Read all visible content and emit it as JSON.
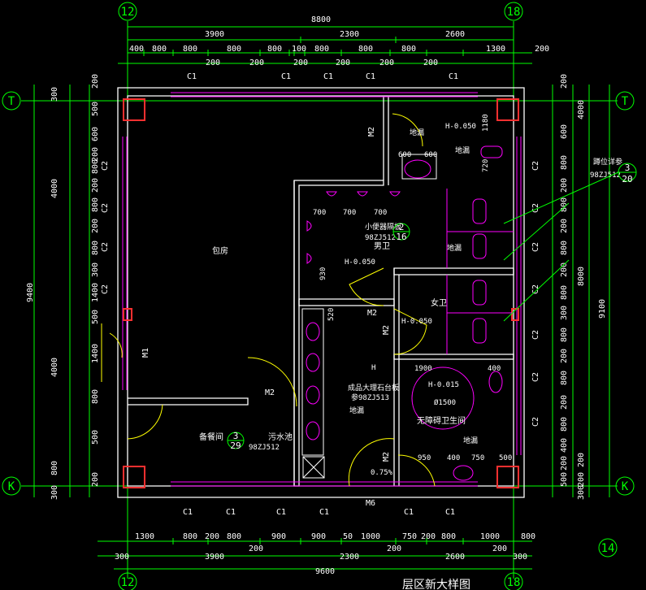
{
  "grid_axes": {
    "top_left": "12",
    "top_right": "18",
    "left_top": "T",
    "left_bottom": "K",
    "right_top": "T",
    "right_bottom": "K",
    "bottom_left": "12",
    "bottom_right": "18",
    "corner_14": "14"
  },
  "dims_top": {
    "overall": "8800",
    "row1": [
      "3900",
      "2300",
      "2600"
    ],
    "row2": [
      "400",
      "800",
      "800",
      "800",
      "800",
      "100",
      "800",
      "800",
      "800",
      "1300"
    ],
    "row3": [
      "200",
      "200",
      "200",
      "200",
      "200",
      "200"
    ],
    "right_200": "200"
  },
  "dims_bottom": {
    "row1": [
      "1300",
      "800",
      "200",
      "800",
      "900",
      "900",
      "50",
      "1000",
      "750",
      "200",
      "800",
      "1000",
      "800"
    ],
    "row1_200s": [
      "200",
      "200",
      "200"
    ],
    "row2": [
      "300",
      "3900",
      "2300",
      "2600",
      "300"
    ],
    "overall": "9600"
  },
  "dims_left": {
    "overall": "9400",
    "outer": [
      "300",
      "4000",
      "4000",
      "800",
      "300"
    ],
    "inner": [
      "200",
      "500",
      "600",
      "200",
      "800",
      "200",
      "800",
      "200",
      "800",
      "300",
      "1400",
      "500",
      "1400",
      "800",
      "500",
      "200"
    ]
  },
  "dims_right": {
    "overall": "9100",
    "mid": "8000",
    "outer": [
      "4000",
      "200",
      "200",
      "300"
    ],
    "inner": [
      "200",
      "600",
      "800",
      "200",
      "800",
      "200",
      "800",
      "200",
      "800",
      "300",
      "800",
      "200",
      "800",
      "200",
      "800",
      "400",
      "200",
      "500"
    ]
  },
  "windows": {
    "c1": "C1",
    "c2": "C2"
  },
  "doors": {
    "m1": "M1",
    "m2": "M2",
    "m6": "M6"
  },
  "rooms": {
    "private_room": "包房",
    "male_wc": "男卫",
    "female_wc": "女卫",
    "accessible_wc": "无障碍卫生间",
    "pantry": "备餐间",
    "sink": "污水池"
  },
  "notes": {
    "elev_top": "H-0.050",
    "elev_male": "H-0.050",
    "elev_female": "H-0.050",
    "elev_h": "H",
    "elev_acc": "H-0.015",
    "floor_drain": "地漏",
    "urinal_ref1": "小便器隔板",
    "urinal_ref2": "98ZJ512",
    "counter_ref1": "成品大理石台板",
    "counter_ref2": "参98ZJ513",
    "toilet_ref1": "蹲位详参",
    "toilet_ref2": "98ZJ512",
    "slope": "0.75%",
    "circle": "Ø1500",
    "sink_ref": "98ZJ512",
    "detail_20": "3",
    "detail_20b": "20",
    "detail_18": "2",
    "detail_18b": "16",
    "detail_29": "3",
    "detail_29b": "29",
    "dim_700s": [
      "700",
      "700",
      "700"
    ],
    "dim_600_600": [
      "600",
      "600"
    ],
    "dim_950": "950",
    "dim_400": "400",
    "dim_750": "750",
    "dim_500": "500",
    "dim_1900": "1900",
    "dim_1180": "1180",
    "dim_720": "720",
    "dim_930": "930",
    "dim_520": "520"
  },
  "title_partial": "层区新大样图"
}
